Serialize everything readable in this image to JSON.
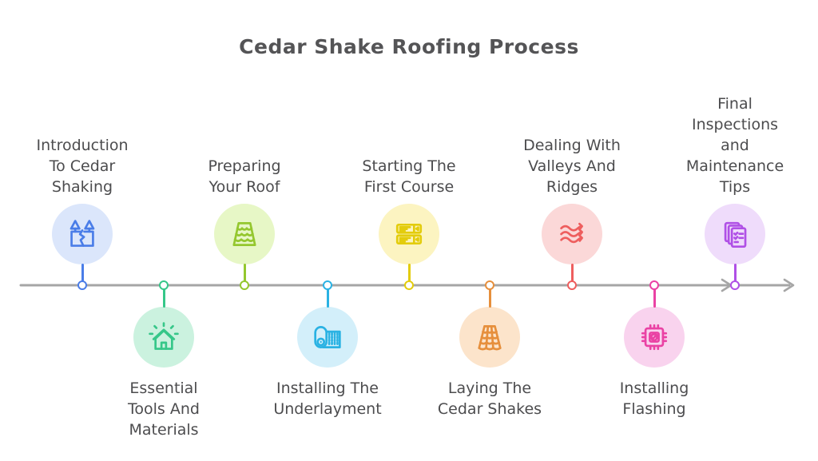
{
  "title": "Cedar Shake Roofing Process",
  "text_color": "#4c4c4e",
  "timeline": {
    "line_color": "#a6a6a6"
  },
  "steps": [
    {
      "label": "Introduction\nTo Cedar\nShaking",
      "position": "above",
      "icon": "split-wood-icon",
      "accent": "#4a7de8",
      "fill": "#dbe6fb"
    },
    {
      "label": "Essential\nTools And\nMaterials",
      "position": "below",
      "icon": "shining-house-icon",
      "accent": "#36c789",
      "fill": "#cbf2df"
    },
    {
      "label": "Preparing\nYour Roof",
      "position": "above",
      "icon": "roof-scales-icon",
      "accent": "#94c72e",
      "fill": "#e7f7c6"
    },
    {
      "label": "Installing The\nUnderlayment",
      "position": "below",
      "icon": "underlayment-roll-icon",
      "accent": "#2ab2e3",
      "fill": "#d3effa"
    },
    {
      "label": "Starting The\nFirst Course",
      "position": "above",
      "icon": "course-rows-icon",
      "accent": "#e3cc0c",
      "fill": "#fcf4c1"
    },
    {
      "label": "Laying The\nCedar Shakes",
      "position": "below",
      "icon": "cedar-tiles-icon",
      "accent": "#e68f3c",
      "fill": "#fce4cb"
    },
    {
      "label": "Dealing With\nValleys And\nRidges",
      "position": "above",
      "icon": "waves-icon",
      "accent": "#ee5e5e",
      "fill": "#fbd8d8"
    },
    {
      "label": "Installing\nFlashing",
      "position": "below",
      "icon": "shield-chip-icon",
      "accent": "#ea42a4",
      "fill": "#f9d3ee"
    },
    {
      "label": "Final\nInspections\nand\nMaintenance\nTips",
      "position": "above",
      "icon": "checklist-documents-icon",
      "accent": "#b050e6",
      "fill": "#efdcfb"
    }
  ]
}
